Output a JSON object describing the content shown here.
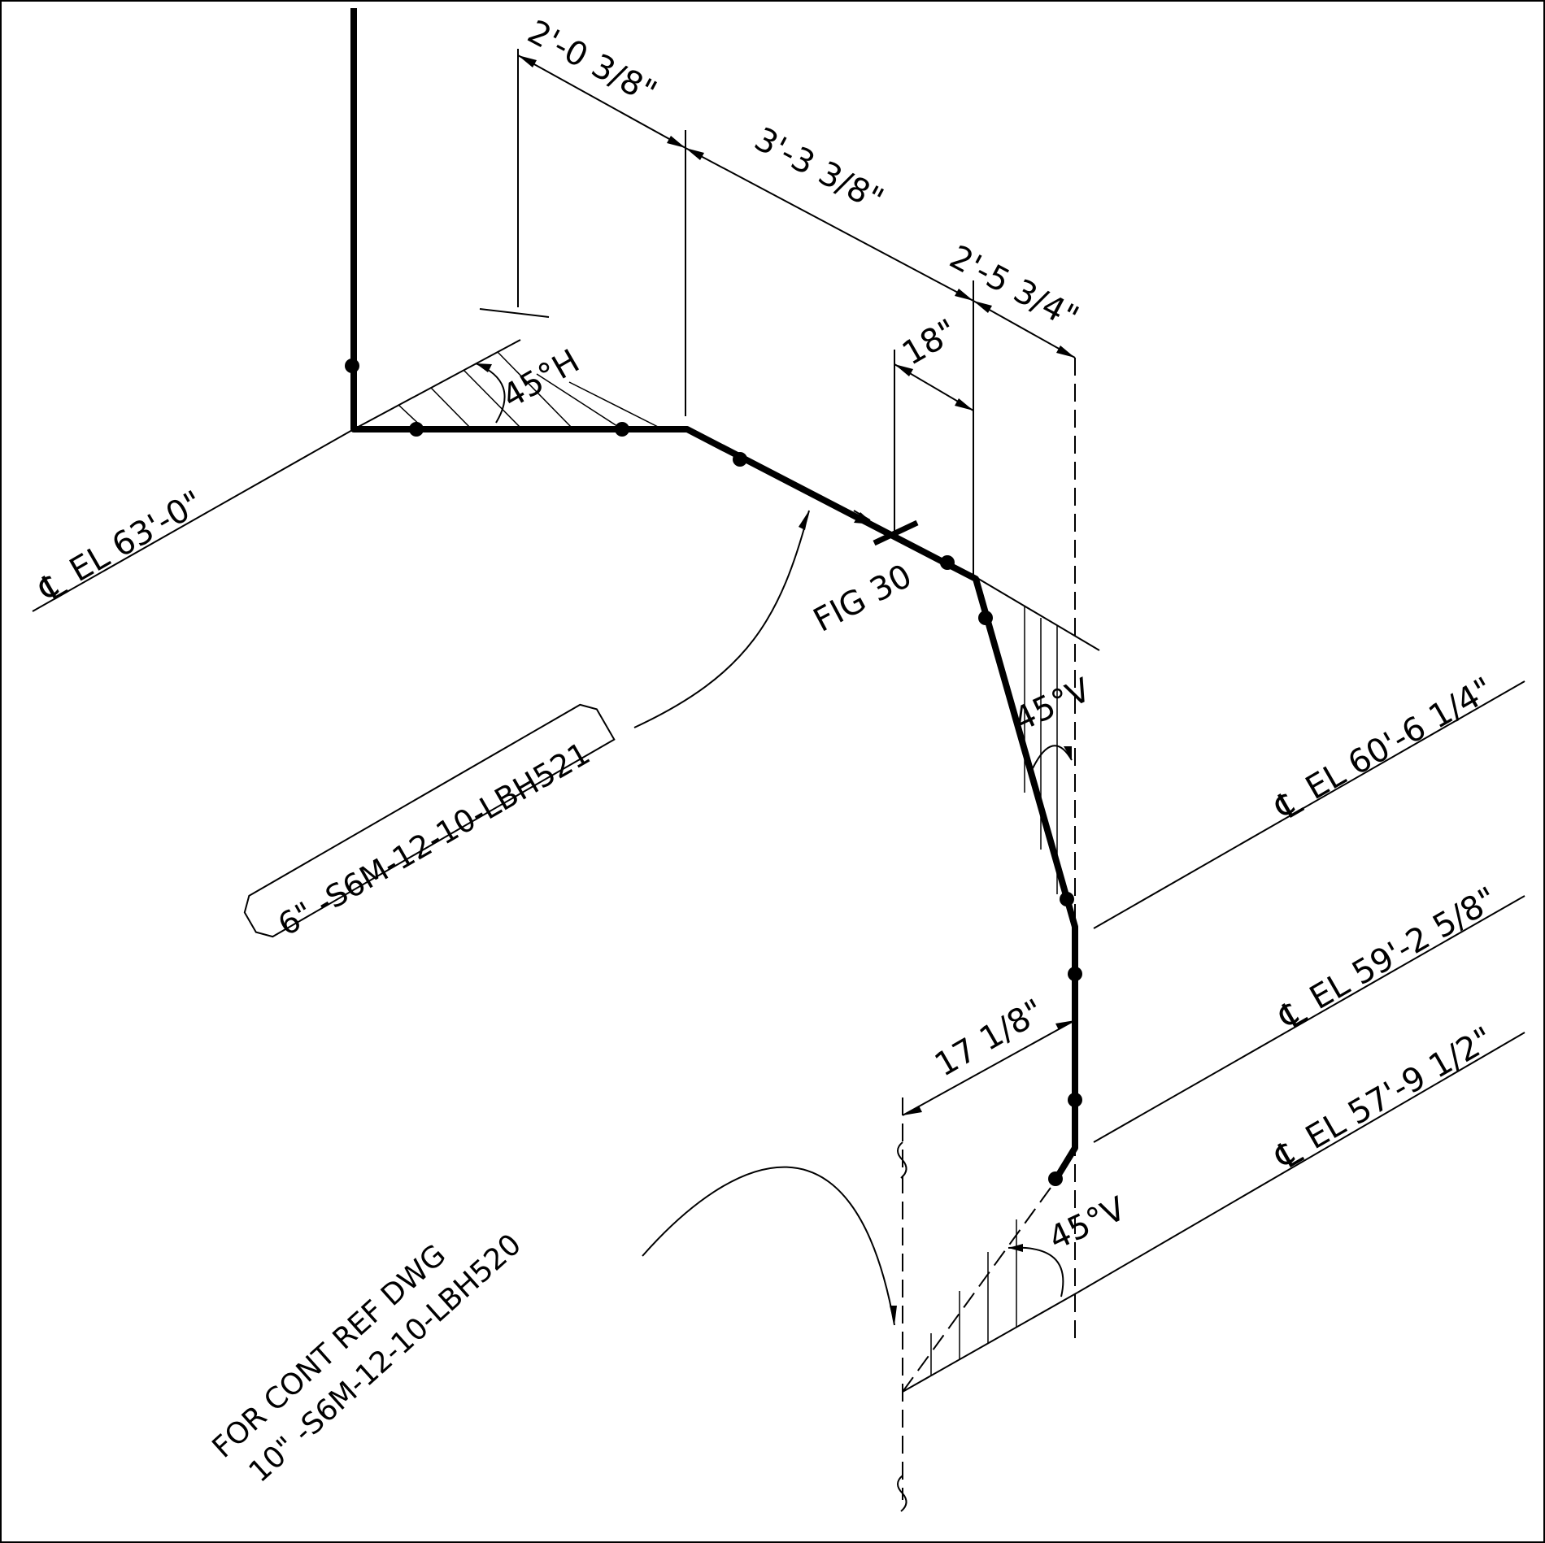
{
  "dimensions": {
    "d1": "2'-0 3/8\"",
    "d2": "3'-3 3/8\"",
    "d3": "2'-5 3/4\"",
    "d4": "18\"",
    "d5": "17 1/8\""
  },
  "angles": {
    "h45": "45°H",
    "v45_upper": "45°V",
    "v45_lower": "45°V"
  },
  "elevations": {
    "el1_prefix": "℄",
    "el1_text": "EL 63'-0\"",
    "el2_prefix": "℄",
    "el2_text": "EL 60'-6 1/4\"",
    "el3_prefix": "℄",
    "el3_text": "EL 59'-2 5/8\"",
    "el4_prefix": "℄",
    "el4_text": "EL 57'-9 1/2\""
  },
  "labels": {
    "fig": "FIG 30",
    "line_tag": "6\" -S6M-12-10-LBH521",
    "ref_line1": "FOR CONT REF DWG",
    "ref_line2": "10\" -S6M-12-10-LBH520"
  }
}
